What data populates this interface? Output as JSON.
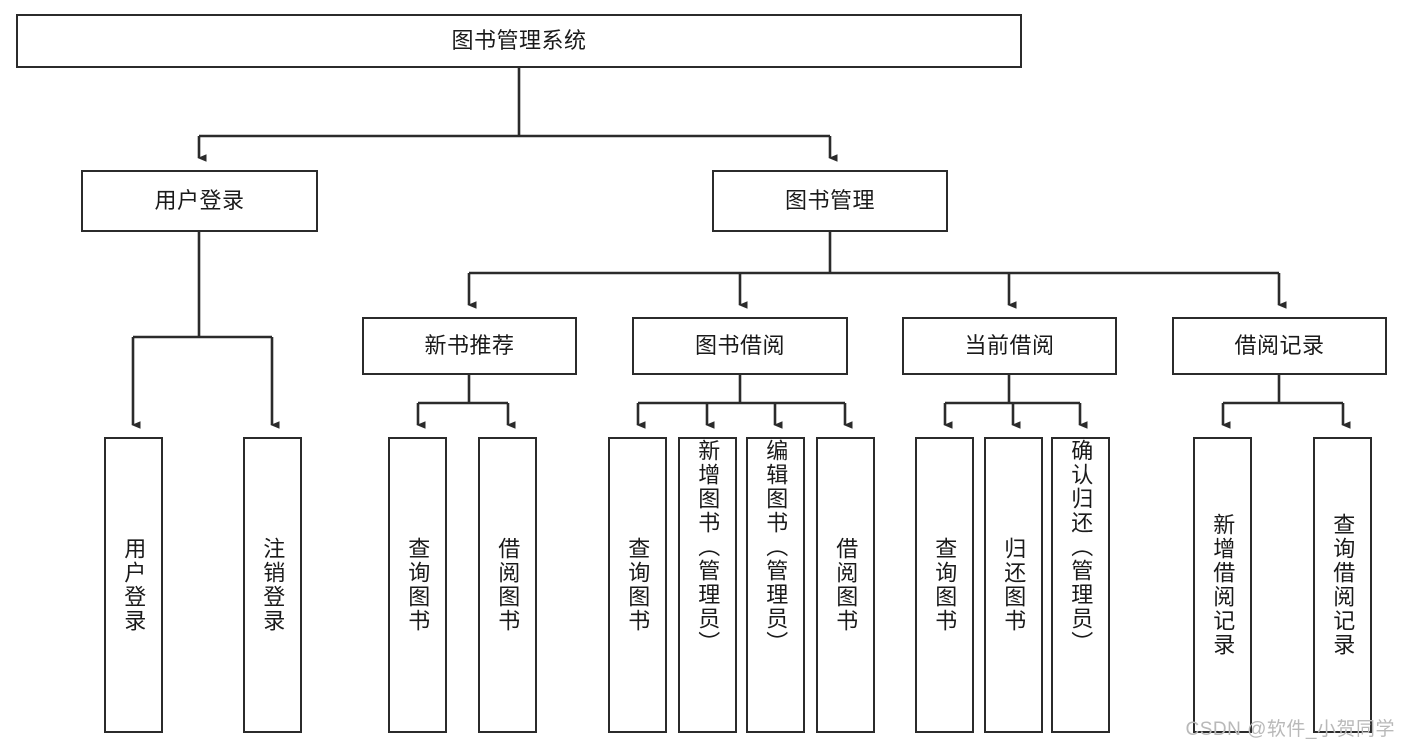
{
  "diagram": {
    "title": "图书管理系统",
    "type": "tree-hierarchy-chart",
    "watermark": "CSDN @软件_小贺同学",
    "colors": {
      "box_stroke": "#2b2b2b",
      "box_fill": "#ffffff",
      "connector": "#2b2b2b",
      "text": "#1a1a1a",
      "watermark": "#b9b9b9",
      "background": "#ffffff"
    },
    "root": {
      "label": "图书管理系统",
      "orientation": "horizontal"
    },
    "level2": [
      {
        "label": "用户登录",
        "orientation": "horizontal"
      },
      {
        "label": "图书管理",
        "orientation": "horizontal"
      }
    ],
    "level3": [
      {
        "label": "新书推荐",
        "orientation": "horizontal"
      },
      {
        "label": "图书借阅",
        "orientation": "horizontal"
      },
      {
        "label": "当前借阅",
        "orientation": "horizontal"
      },
      {
        "label": "借阅记录",
        "orientation": "horizontal"
      }
    ],
    "leaves": {
      "user_login": [
        {
          "label": "用户登录",
          "orientation": "vertical"
        },
        {
          "label": "注销登录",
          "orientation": "vertical"
        }
      ],
      "new_book_recommend": [
        {
          "label": "查询图书",
          "orientation": "vertical"
        },
        {
          "label": "借阅图书",
          "orientation": "vertical"
        }
      ],
      "book_borrow": [
        {
          "label": "查询图书",
          "orientation": "vertical"
        },
        {
          "label": "新增图书（管理员）",
          "orientation": "vertical"
        },
        {
          "label": "编辑图书（管理员）",
          "orientation": "vertical"
        },
        {
          "label": "借阅图书",
          "orientation": "vertical"
        }
      ],
      "current_borrow": [
        {
          "label": "查询图书",
          "orientation": "vertical"
        },
        {
          "label": "归还图书",
          "orientation": "vertical"
        },
        {
          "label": "确认归还（管理员）",
          "orientation": "vertical"
        }
      ],
      "borrow_record": [
        {
          "label": "新增借阅记录",
          "orientation": "vertical"
        },
        {
          "label": "查询借阅记录",
          "orientation": "vertical"
        }
      ]
    }
  }
}
